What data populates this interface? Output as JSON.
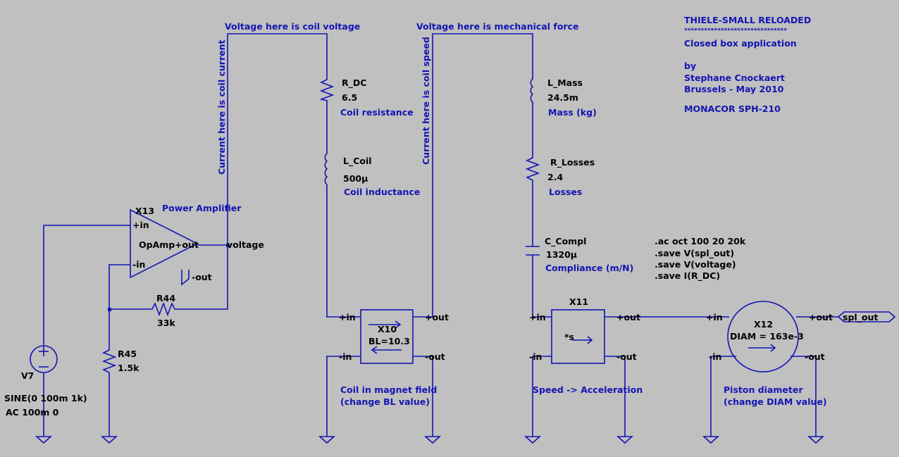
{
  "title_block": {
    "title": "THIELE-SMALL RELOADED",
    "stars": "*******************************",
    "subtitle": "Closed box application",
    "by": "by",
    "author": "Stephane Cnockaert",
    "place_date": "Brussels - May 2010",
    "speaker": "MONACOR SPH-210"
  },
  "notes": {
    "coil_voltage": "Voltage here is coil voltage",
    "mech_force": "Voltage here is mechanical force",
    "coil_current": "Current here is coil current",
    "coil_speed": "Current here is coil speed",
    "power_amp": "Power Amplifier"
  },
  "spice_directives": [
    ".ac oct 100 20 20k",
    ".save V(spl_out)",
    ".save V(voltage)",
    ".save I(R_DC)"
  ],
  "components": {
    "r_dc": {
      "name": "R_DC",
      "value": "6.5",
      "desc": "Coil resistance"
    },
    "l_coil": {
      "name": "L_Coil",
      "value": "500µ",
      "desc": "Coil inductance"
    },
    "l_mass": {
      "name": "L_Mass",
      "value": "24.5m",
      "desc": "Mass (kg)"
    },
    "r_losses": {
      "name": "R_Losses",
      "value": "2.4",
      "desc": "Losses"
    },
    "c_compl": {
      "name": "C_Compl",
      "value": "1320µ",
      "desc": "Compliance (m/N)"
    },
    "x13": {
      "name": "X13",
      "model": "OpAmp",
      "pin_pin": "+in",
      "pin_nin": "-in",
      "pin_pout": "+out",
      "pin_nout": "-out"
    },
    "r44": {
      "name": "R44",
      "value": "33k"
    },
    "r45": {
      "name": "R45",
      "value": "1.5k"
    },
    "v7": {
      "name": "V7",
      "value1": "SINE(0 100m 1k)",
      "value2": "AC 100m 0"
    },
    "x10": {
      "name": "X10",
      "param": "BL=10.3",
      "desc1": "Coil in magnet field",
      "desc2": "(change BL value)",
      "pin_pin": "+in",
      "pin_nin": "-in",
      "pin_pout": "+out",
      "pin_nout": "-out"
    },
    "x11": {
      "name": "X11",
      "inner": "*s",
      "desc": "Speed -> Acceleration",
      "pin_pin": "+in",
      "pin_nin": "-in",
      "pin_pout": "+out",
      "pin_nout": "-out"
    },
    "x12": {
      "name": "X12",
      "param": "DIAM = 163e-3",
      "desc1": "Piston diameter",
      "desc2": "(change DIAM value)",
      "pin_pin": "+in",
      "pin_nin": "-in",
      "pin_pout": "+out",
      "pin_nout": "-out"
    }
  },
  "net_labels": {
    "voltage": "voltage",
    "spl_out": "spl_out"
  },
  "colors": {
    "background": "#c0c0c0",
    "wire": "#1414b4",
    "text": "#000000",
    "note": "#1414b4"
  }
}
